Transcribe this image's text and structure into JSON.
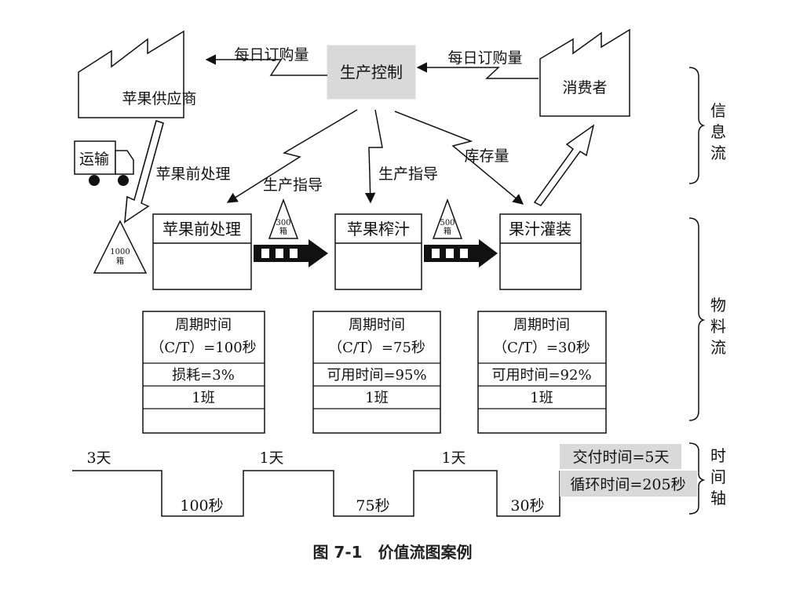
{
  "info": {
    "supplier": "苹果供应商",
    "consumer": "消费者",
    "control": "生产控制",
    "daily_order_left": "每日订购量",
    "daily_order_right": "每日订购量",
    "transport": "运输",
    "pre_process_arrow": "苹果前处理",
    "guide1": "生产指导",
    "guide2": "生产指导",
    "inventory": "库存量"
  },
  "inventory_triangles": [
    {
      "qty": "1000",
      "unit": "箱"
    },
    {
      "qty": "300",
      "unit": "箱"
    },
    {
      "qty": "500",
      "unit": "箱"
    }
  ],
  "processes": [
    {
      "name": "苹果前处理"
    },
    {
      "name": "苹果榨汁"
    },
    {
      "name": "果汁灌装"
    }
  ],
  "tables": [
    {
      "row1": "周期时间",
      "row2": "（C/T）=100秒",
      "row3": "损耗=3%",
      "row4": "1班"
    },
    {
      "row1": "周期时间",
      "row2": "（C/T）=75秒",
      "row3": "可用时间=95%",
      "row4": "1班"
    },
    {
      "row1": "周期时间",
      "row2": "（C/T）=30秒",
      "row3": "可用时间=92%",
      "row4": "1班"
    }
  ],
  "timeline": {
    "waits": [
      "3天",
      "1天",
      "1天"
    ],
    "process_times": [
      "100秒",
      "75秒",
      "30秒"
    ],
    "delivery": "交付时间=5天",
    "cycle": "循环时间=205秒"
  },
  "side_labels": {
    "info_flow": [
      "信",
      "息",
      "流"
    ],
    "material_flow": [
      "物",
      "料",
      "流"
    ],
    "time_axis": [
      "时",
      "间",
      "轴"
    ]
  },
  "caption": "图 7-1　价值流图案例",
  "colors": {
    "control_fill": "#d9d9d9",
    "summary_fill": "#d9d9d9",
    "line": "#111111"
  }
}
